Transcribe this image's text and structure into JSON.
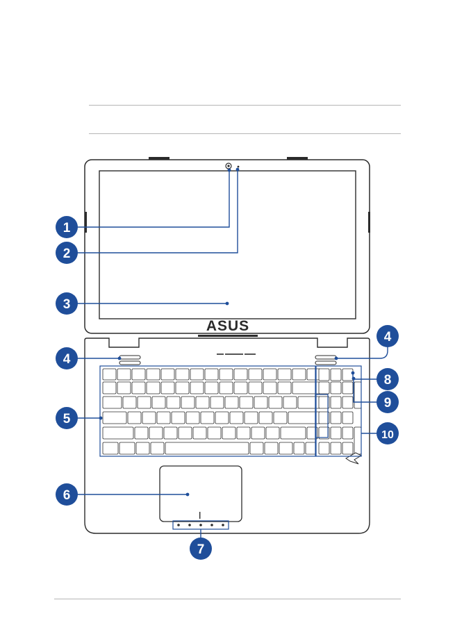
{
  "brand": "ASUS",
  "colors": {
    "callout": "#1f4e9a",
    "device_outline": "#2b2b2b",
    "key_fill": "#ffffff",
    "rule": "#b5b5b5"
  },
  "callouts": [
    {
      "number": "1",
      "part": "webcam"
    },
    {
      "number": "2",
      "part": "camera-indicator"
    },
    {
      "number": "3",
      "part": "display-panel"
    },
    {
      "number": "4",
      "part": "speaker"
    },
    {
      "number": "4",
      "part": "speaker"
    },
    {
      "number": "5",
      "part": "keyboard"
    },
    {
      "number": "6",
      "part": "touchpad"
    },
    {
      "number": "7",
      "part": "status-indicators"
    },
    {
      "number": "8",
      "part": "numpad-key"
    },
    {
      "number": "9",
      "part": "numlock-indicator"
    },
    {
      "number": "10",
      "part": "numeric-keypad"
    }
  ]
}
